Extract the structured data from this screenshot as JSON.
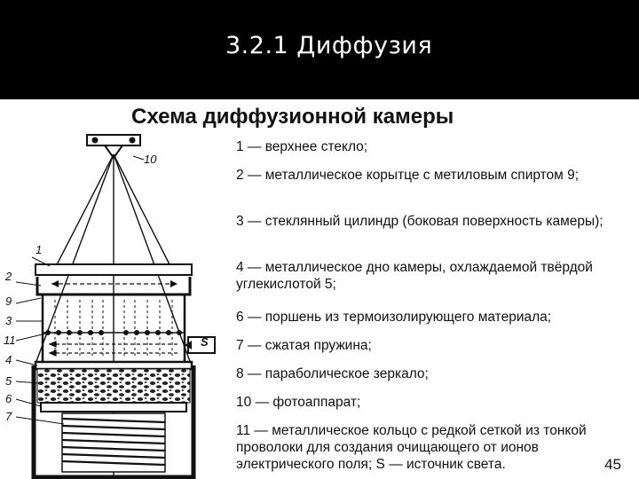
{
  "header": {
    "title": "3.2.1 Диффузия"
  },
  "slide": {
    "subtitle": "Схема диффузионной камеры"
  },
  "diagram": {
    "labels": {
      "l1": "1",
      "l2": "2",
      "l9": "9",
      "l3": "3",
      "l11": "11",
      "l4": "4",
      "l5": "5",
      "l6": "6",
      "l7": "7",
      "l10": "10",
      "lS": "S"
    }
  },
  "legend": {
    "items": [
      "1 — верхнее стекло;",
      "2 — металлическое корытце с метиловым спиртом 9;",
      "3 — стеклянный цилиндр (боковая поверхность камеры);",
      "4 — металлическое дно камеры, охлаждаемой твёрдой углекислотой 5;",
      "6 — поршень из термоизолирующего материала;",
      "7 — сжатая пружина;",
      "8 — параболическое зеркало;",
      "10 — фотоаппарат;",
      "11 — металлическое кольцо с редкой сеткой из тонкой проволоки для создания очищающего от ионов электрического поля; S — источник света."
    ]
  },
  "page": {
    "number": "45"
  }
}
